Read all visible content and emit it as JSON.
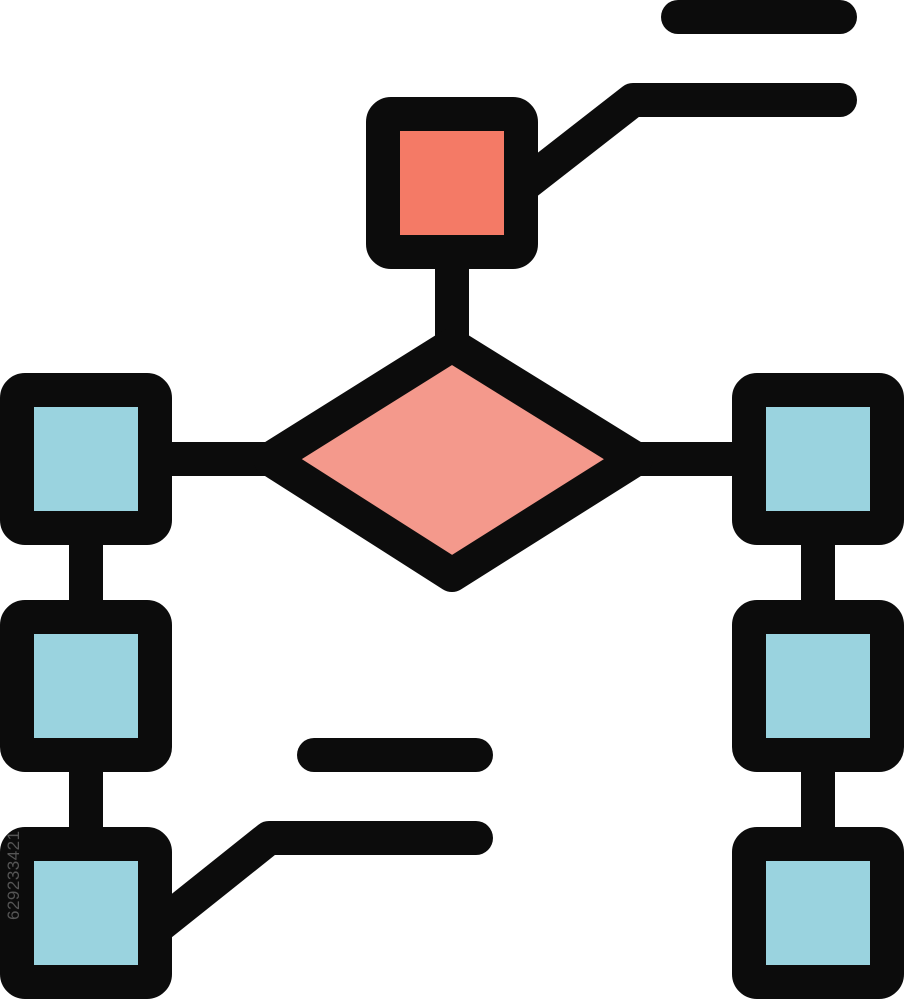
{
  "image": {
    "kind": "flowchart icon",
    "style": "filled outline"
  },
  "colors": {
    "outline": "#0c0c0c",
    "top_box_fill": "#f47a66",
    "decision_fill": "#f4998c",
    "side_box_fill": "#9ad3df",
    "background": "#ffffff"
  },
  "icons": {
    "top_box": "process-box-icon",
    "decision": "decision-diamond-icon",
    "side_boxes": "process-box-icon",
    "text_lines": "text-placeholder-lines-icon"
  },
  "watermark": {
    "stock_id": "629233421"
  }
}
